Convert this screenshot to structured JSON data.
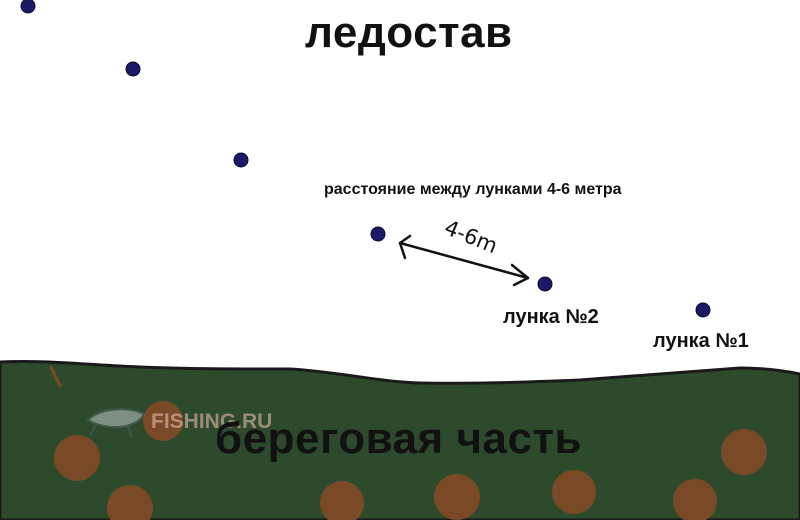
{
  "labels": {
    "ice_zone": "ледостав",
    "distance_caption": "расстояние между лунками 4-6 метра",
    "distance_mark": "4-6m",
    "hole_2": "лунка №2",
    "hole_1": "лунка №1",
    "shore_zone": "береговая часть",
    "watermark": "FISHING.RU"
  },
  "colors": {
    "background": "#ffffff",
    "shore": "#2e4a2c",
    "shore_outline": "#1a1a1a",
    "stones": "#7a4a26",
    "holes": "#1c1a66",
    "ink": "#111111"
  },
  "icons": {
    "holes": "dot",
    "distance_arrow": "double-headed-arrow",
    "watermark": "fishing-lure-icon"
  }
}
